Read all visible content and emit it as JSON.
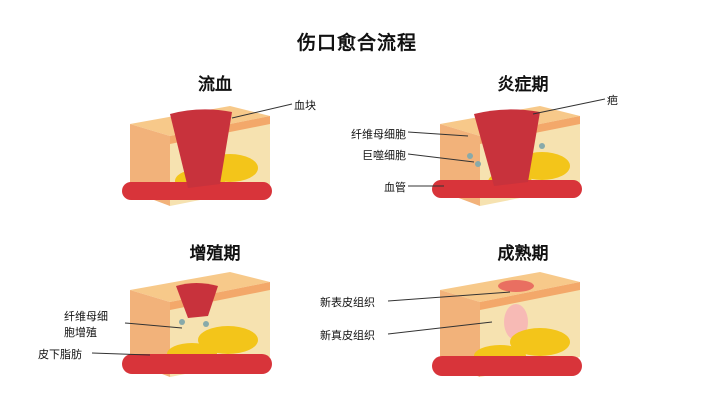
{
  "title": "伤口愈合流程",
  "panels": [
    {
      "title": "流血",
      "labels": [
        "血块"
      ]
    },
    {
      "title": "炎症期",
      "labels": [
        "疤",
        "纤维母细胞",
        "巨噬细胞",
        "血管"
      ]
    },
    {
      "title": "增殖期",
      "labels": [
        "纤维母细",
        "胞增殖",
        "皮下脂肪"
      ]
    },
    {
      "title": "成熟期",
      "labels": [
        "新表皮组织",
        "新真皮组织"
      ]
    }
  ],
  "colors": {
    "skin_top": "#f7c98a",
    "skin_front": "#f3a86a",
    "dermis": "#f6e2b0",
    "fat": "#f3c51a",
    "vessel": "#d8343a",
    "wound": "#c8323c"
  }
}
